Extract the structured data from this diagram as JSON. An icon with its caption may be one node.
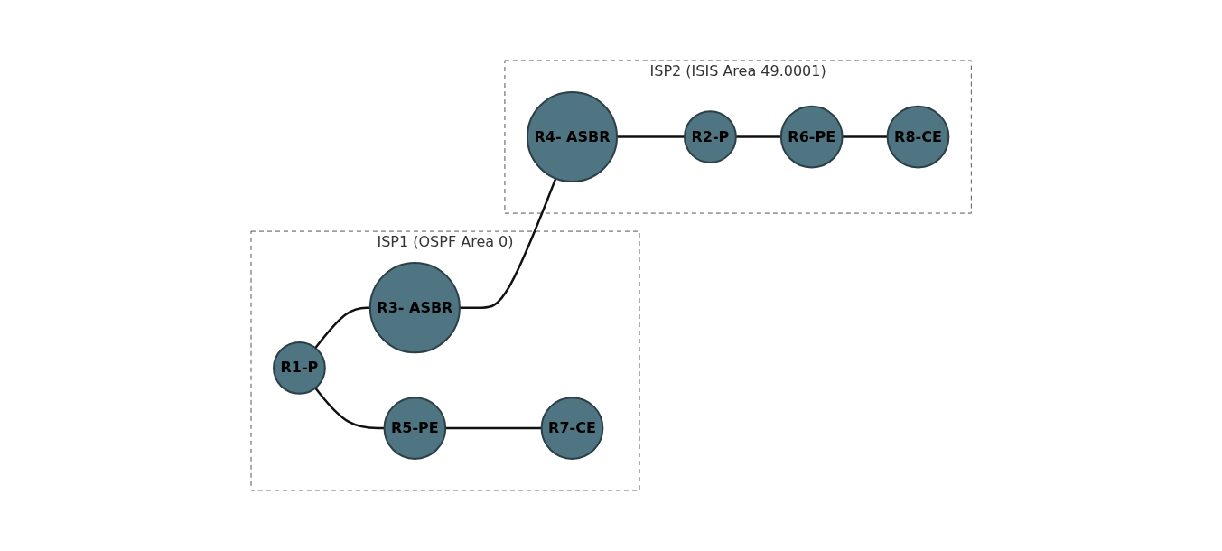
{
  "diagram": {
    "nodes": [
      {
        "text": [
          "ISP1 (OSPF Area 0)"
        ]
      },
      {
        "text": [
          "R1-P"
        ],
        "in": 0
      },
      {
        "text": [
          "R3- ASBR"
        ],
        "in": 0
      },
      {
        "text": [
          "R5-PE"
        ],
        "in": 0
      },
      {
        "text": [
          "R7-CE"
        ],
        "in": 0
      },
      {
        "text": [
          "ISP2 (ISIS Area 49.0001)"
        ]
      },
      {
        "text": [
          "R4- ASBR"
        ],
        "in": 5
      },
      {
        "text": [
          "R2-P"
        ],
        "in": 5
      },
      {
        "text": [
          "R6-PE"
        ],
        "in": 5
      },
      {
        "text": [
          "R8-CE"
        ],
        "in": 5
      }
    ],
    "edges": [
      {
        "from": 1,
        "to": 2,
        "arrow": "none"
      },
      {
        "from": 2,
        "to": 6,
        "arrow": "none"
      },
      {
        "from": 6,
        "to": 7,
        "arrow": "none"
      },
      {
        "from": 1,
        "to": 3,
        "arrow": "none"
      },
      {
        "from": 3,
        "to": 4,
        "arrow": "none"
      },
      {
        "from": 7,
        "to": 8,
        "arrow": "none"
      },
      {
        "from": 8,
        "to": 9,
        "arrow": "none"
      }
    ]
  }
}
